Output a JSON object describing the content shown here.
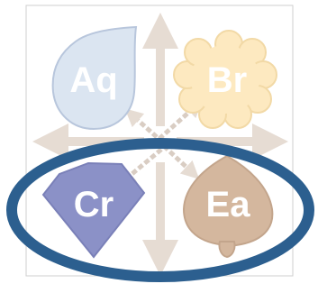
{
  "shapes": {
    "aq": {
      "label": "Aq",
      "shape": "drop",
      "color": "#dbe5f1",
      "outline": "#b8c6dc"
    },
    "br": {
      "label": "Br",
      "shape": "scalloped-circle",
      "color": "#fde9c0",
      "outline": "#f2d9a6"
    },
    "cr": {
      "label": "Cr",
      "shape": "gem",
      "color": "#8b91c7",
      "outline": "#7a80b8"
    },
    "ea": {
      "label": "Ea",
      "shape": "leaf",
      "color": "#d4b79e",
      "outline": "#c3a58c"
    }
  },
  "colors": {
    "frame": "#cfcfcf",
    "arrow": "#e6dcd3",
    "arrow_dotted": "#d9cdc3",
    "highlight_ellipse": "#2c5f8f"
  },
  "highlight": {
    "encloses": [
      "cr",
      "ea"
    ]
  }
}
